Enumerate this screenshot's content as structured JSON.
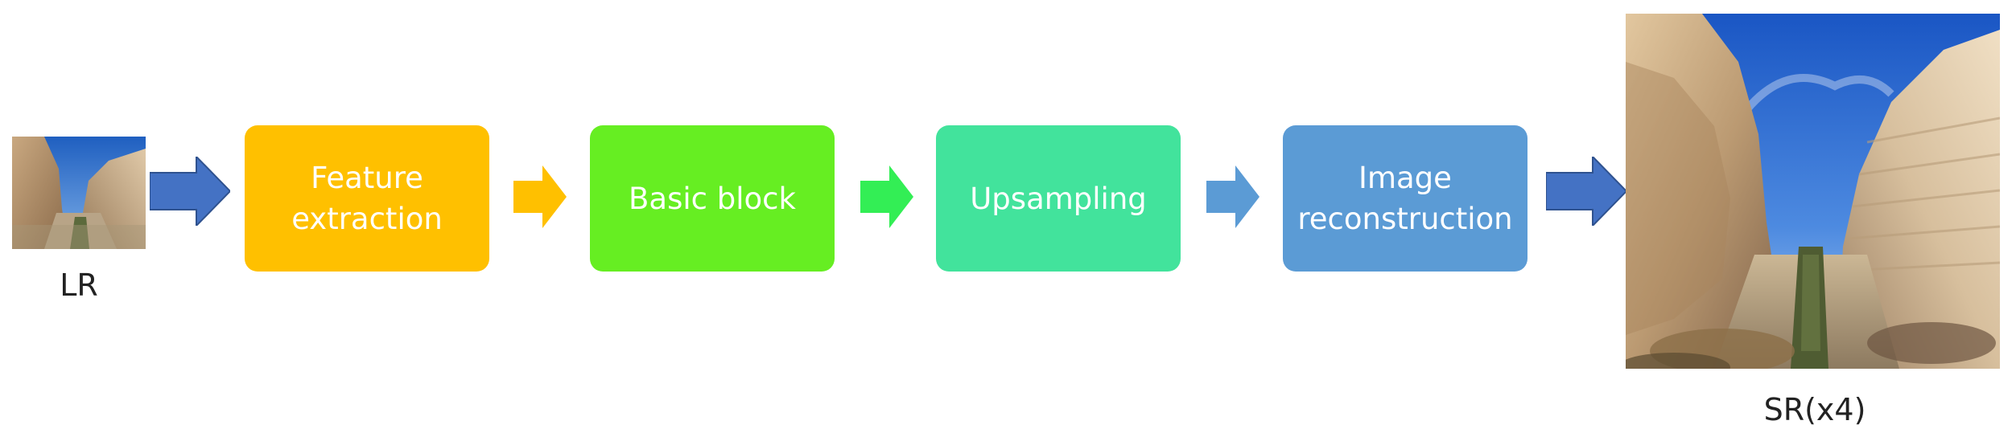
{
  "diagram": {
    "input": {
      "label": "LR",
      "image": "low-resolution canyon photo"
    },
    "output": {
      "label": "SR(x4)",
      "image": "super-resolved canyon photo"
    },
    "blocks": [
      {
        "lines": [
          "Feature",
          "extraction"
        ],
        "color": "#FFC000"
      },
      {
        "lines": [
          "Basic block"
        ],
        "color": "#66EE22"
      },
      {
        "lines": [
          "Upsampling"
        ],
        "color": "#42E39C"
      },
      {
        "lines": [
          "Image",
          "reconstruction"
        ],
        "color": "#5B9BD5"
      }
    ],
    "arrows": [
      {
        "icon": "arrow-right-icon",
        "color": "#4472C4"
      },
      {
        "icon": "arrow-right-icon",
        "color": "#FFC000"
      },
      {
        "icon": "arrow-right-icon",
        "color": "#33EE55"
      },
      {
        "icon": "arrow-right-icon",
        "color": "#5B9BD5"
      },
      {
        "icon": "arrow-right-icon",
        "color": "#4472C4"
      }
    ]
  }
}
